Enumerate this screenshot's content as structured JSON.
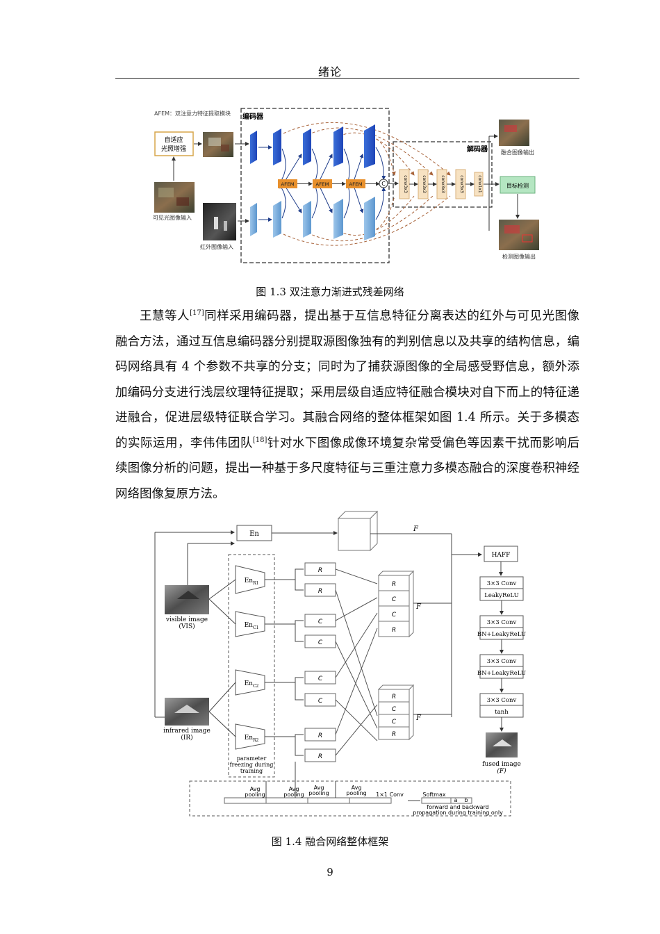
{
  "header": {
    "title": "绪论"
  },
  "figure1": {
    "caption": "图 1.3 双注意力渐进式残差网络",
    "afem_legend": "AFEM：双注意力特征提取模块",
    "encoder_label": "编码器",
    "decoder_label": "解码器",
    "enhance_box": [
      "自适应",
      "光照增强"
    ],
    "visible_input_label": "可见光图像输入",
    "infrared_input_label": "红外图像输入",
    "afem_label": "AFEM",
    "concat_symbol": "C",
    "conv_label": "conv3x3",
    "decoder_conv_label": "conv3x3",
    "decoder_last_conv": "conv1x1",
    "fusion_output_label": "融合图像输出",
    "detection_label": "目标检测",
    "detection_output_label": "检测图像输出"
  },
  "paragraph": {
    "ref17": "[17]",
    "ref18": "[18]",
    "part1": "王慧等人",
    "part2": "同样采用编码器，提出基于互信息特征分离表达的红外与可见光图像融合方法，通过互信息编码器分别提取源图像独有的判别信息以及共享的结构信息，编码网络具有 4 个参数不共享的分支；同时为了捕获源图像的全局感受野信息，额外添加编码分支进行浅层纹理特征提取；采用层级自适应特征融合模块对自下而上的特征递进融合，促进层级特征联合学习。其融合网络的整体框架如图 1.4 所示。关于多模态的实际运用，李伟伟团队",
    "part3": "针对水下图像成像环境复杂常受偏色等因素干扰而影响后续图像分析的问题，提出一种基于多尺度特征与三重注意力多模态融合的深度卷积神经网络图像复原方法。"
  },
  "figure2": {
    "caption": "图 1.4 融合网络整体框架",
    "en_label": "En",
    "encoders": [
      "R1",
      "C1",
      "C2",
      "R2"
    ],
    "visible_label": [
      "visible image",
      "(VIS)"
    ],
    "infrared_label": [
      "infrared image",
      "(IR)"
    ],
    "freeze_label": [
      "parameter",
      "freezing during",
      "training"
    ],
    "branch_features": [
      "R",
      "R",
      "C",
      "C",
      "C",
      "C",
      "R",
      "R"
    ],
    "f_label": "F",
    "haff_label": "HAFF",
    "conv_blocks": [
      [
        "3×3 Conv",
        "LeakyReLU"
      ],
      [
        "3×3 Conv",
        "BN+LeakyReLU"
      ],
      [
        "3×3 Conv",
        "BN+LeakyReLU"
      ],
      [
        "3×3 Conv",
        "tanh"
      ]
    ],
    "fused_label": [
      "fused image",
      "(F)"
    ],
    "pool_labels": [
      "Avg",
      "pooling"
    ],
    "conv1x1_label": "1×1 Conv",
    "softmax_label": "Softmax",
    "ab_labels": [
      "a",
      "b"
    ],
    "training_note": [
      "forward and backward",
      "propagation during training only"
    ]
  },
  "page_number": "9"
}
